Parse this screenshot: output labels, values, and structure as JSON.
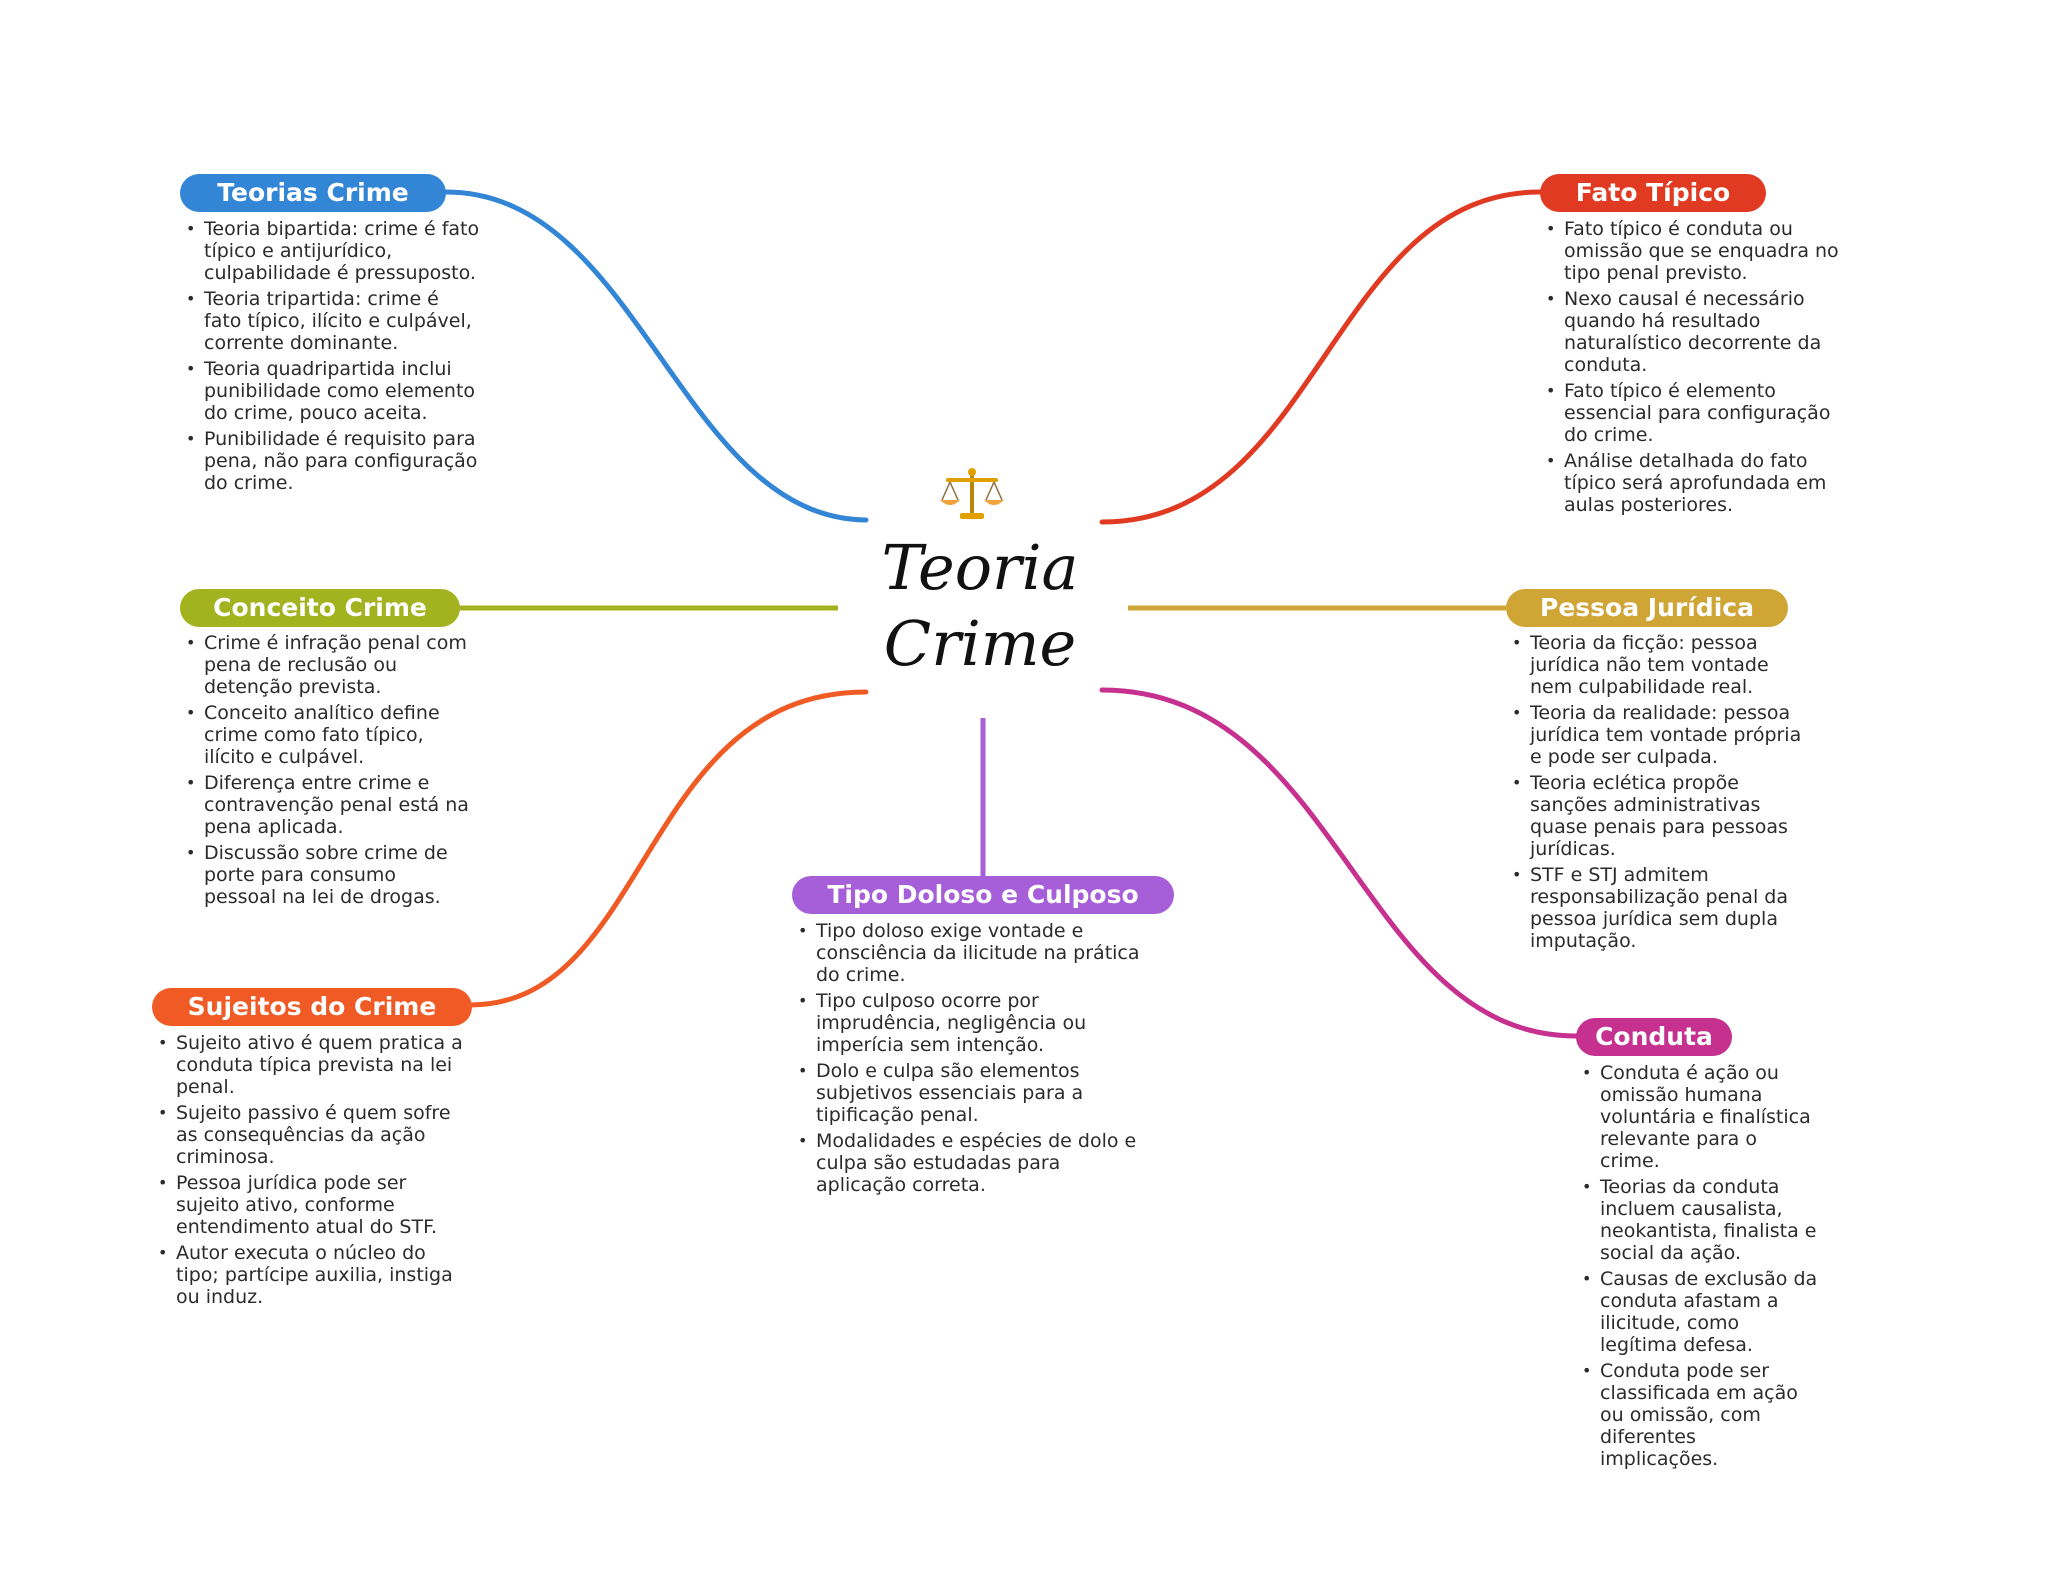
{
  "center": {
    "title": "Teoria\nCrime",
    "icon": "balance-scale-icon"
  },
  "colors": {
    "teorias": "#3385d6",
    "conceito": "#a3b21f",
    "sujeitos": "#f05a24",
    "tipo": "#a65fd9",
    "fato": "#e03a22",
    "pessoa": "#cfa536",
    "conduta": "#c6308f"
  },
  "branches": {
    "teorias": {
      "title": "Teorias Crime",
      "items": [
        "Teoria bipartida: crime é fato típico e antijurídico, culpabilidade é pressuposto.",
        "Teoria tripartida: crime é fato típico, ilícito e culpável, corrente dominante.",
        "Teoria quadripartida inclui punibilidade como elemento do crime, pouco aceita.",
        "Punibilidade é requisito para pena, não para configuração do crime."
      ]
    },
    "conceito": {
      "title": "Conceito Crime",
      "items": [
        "Crime é infração penal com pena de reclusão ou detenção prevista.",
        "Conceito analítico define crime como fato típico, ilícito e culpável.",
        "Diferença entre crime e contravenção penal está na pena aplicada.",
        "Discussão sobre crime de porte para consumo pessoal na lei de drogas."
      ]
    },
    "sujeitos": {
      "title": "Sujeitos do Crime",
      "items": [
        "Sujeito ativo é quem pratica a conduta típica prevista na lei penal.",
        "Sujeito passivo é quem sofre as consequências da ação criminosa.",
        "Pessoa jurídica pode ser sujeito ativo, conforme entendimento atual do STF.",
        "Autor executa o núcleo do tipo; partícipe auxilia, instiga ou induz."
      ]
    },
    "tipo": {
      "title": "Tipo Doloso e Culposo",
      "items": [
        "Tipo doloso exige vontade e consciência da ilicitude na prática do crime.",
        "Tipo culposo ocorre por imprudência, negligência ou imperícia sem intenção.",
        "Dolo e culpa são elementos subjetivos essenciais para a tipificação penal.",
        "Modalidades e espécies de dolo e culpa são estudadas para aplicação correta."
      ]
    },
    "fato": {
      "title": "Fato Típico",
      "items": [
        "Fato típico é conduta ou omissão que se enquadra no tipo penal previsto.",
        "Nexo causal é necessário quando há resultado naturalístico decorrente da conduta.",
        "Fato típico é elemento essencial para configuração do crime.",
        "Análise detalhada do fato típico será aprofundada em aulas posteriores."
      ]
    },
    "pessoa": {
      "title": "Pessoa Jurídica",
      "items": [
        "Teoria da ficção: pessoa jurídica não tem vontade nem culpabilidade real.",
        "Teoria da realidade: pessoa jurídica tem vontade própria e pode ser culpada.",
        "Teoria eclética propõe sanções administrativas quase penais para pessoas jurídicas.",
        "STF e STJ admitem responsabilização penal da pessoa jurídica sem dupla imputação."
      ]
    },
    "conduta": {
      "title": "Conduta",
      "items": [
        "Conduta é ação ou omissão humana voluntária e finalística relevante para o crime.",
        "Teorias da conduta incluem causalista, neokantista, finalista e social da ação.",
        "Causas de exclusão da conduta afastam a ilicitude, como legítima defesa.",
        "Conduta pode ser classificada em ação ou omissão, com diferentes implicações."
      ]
    }
  }
}
